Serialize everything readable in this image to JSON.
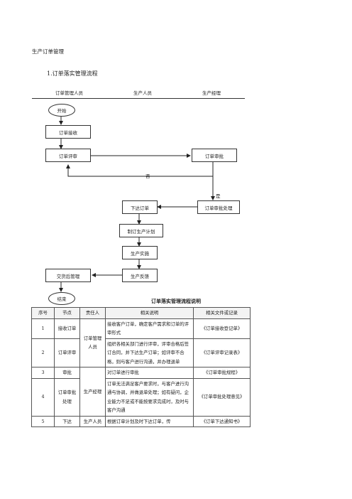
{
  "doc_title": "生产订单管理",
  "section_title": "1.订单落实管理流程",
  "lanes": [
    "订单管理人员",
    "生产人员",
    "生产经理"
  ],
  "flow": {
    "start": "开始",
    "receive": "订单接收",
    "review": "订单评审",
    "approve": "订单审批",
    "no_label": "否",
    "yes_label": "是",
    "issue": "下达订单",
    "approve_handle": "订单审批处理",
    "plan": "制订生产计划",
    "implement": "生产实施",
    "feedback": "生产反馈",
    "delivery": "交货后管理",
    "end": "结束"
  },
  "table": {
    "title": "订单落实管理流程说明",
    "headers": [
      "序号",
      "节点",
      "责任人",
      "相关说明",
      "相关文件或记录"
    ],
    "rows": [
      {
        "no": "1",
        "node": "接收订单",
        "desc": "接收客户订单，确定客户需求和订单的评审形式",
        "file": "《订单接收登记单》"
      },
      {
        "no": "2",
        "node": "订单评审",
        "desc": "组织各相关部门进行评审，评审合格后签订合同，并下达生产订单；如评审不合格，则与客户进行沟通，并办理退单",
        "file": "《订单评审记录表》"
      },
      {
        "no": "3",
        "node": "审批",
        "desc": "对订单进行审批",
        "file": "《订单审批规程》"
      },
      {
        "no": "4",
        "node": "订单审批处理",
        "desc": "订单无法满足客户要求时，与客户进行沟通与协调，并做退单处理；如有疑问，企业能力不足或不能按要求完成时，及时与客户沟通",
        "file": "《订单审批处理意见》"
      },
      {
        "no": "5",
        "node": "下达",
        "desc": "根据订单计划及时下达订单，传",
        "file": "《订单下达通知书》"
      }
    ],
    "resp_merged_1": "订单管理人员",
    "resp_merged_2": "生产经理",
    "resp_row5": "生产人员"
  }
}
